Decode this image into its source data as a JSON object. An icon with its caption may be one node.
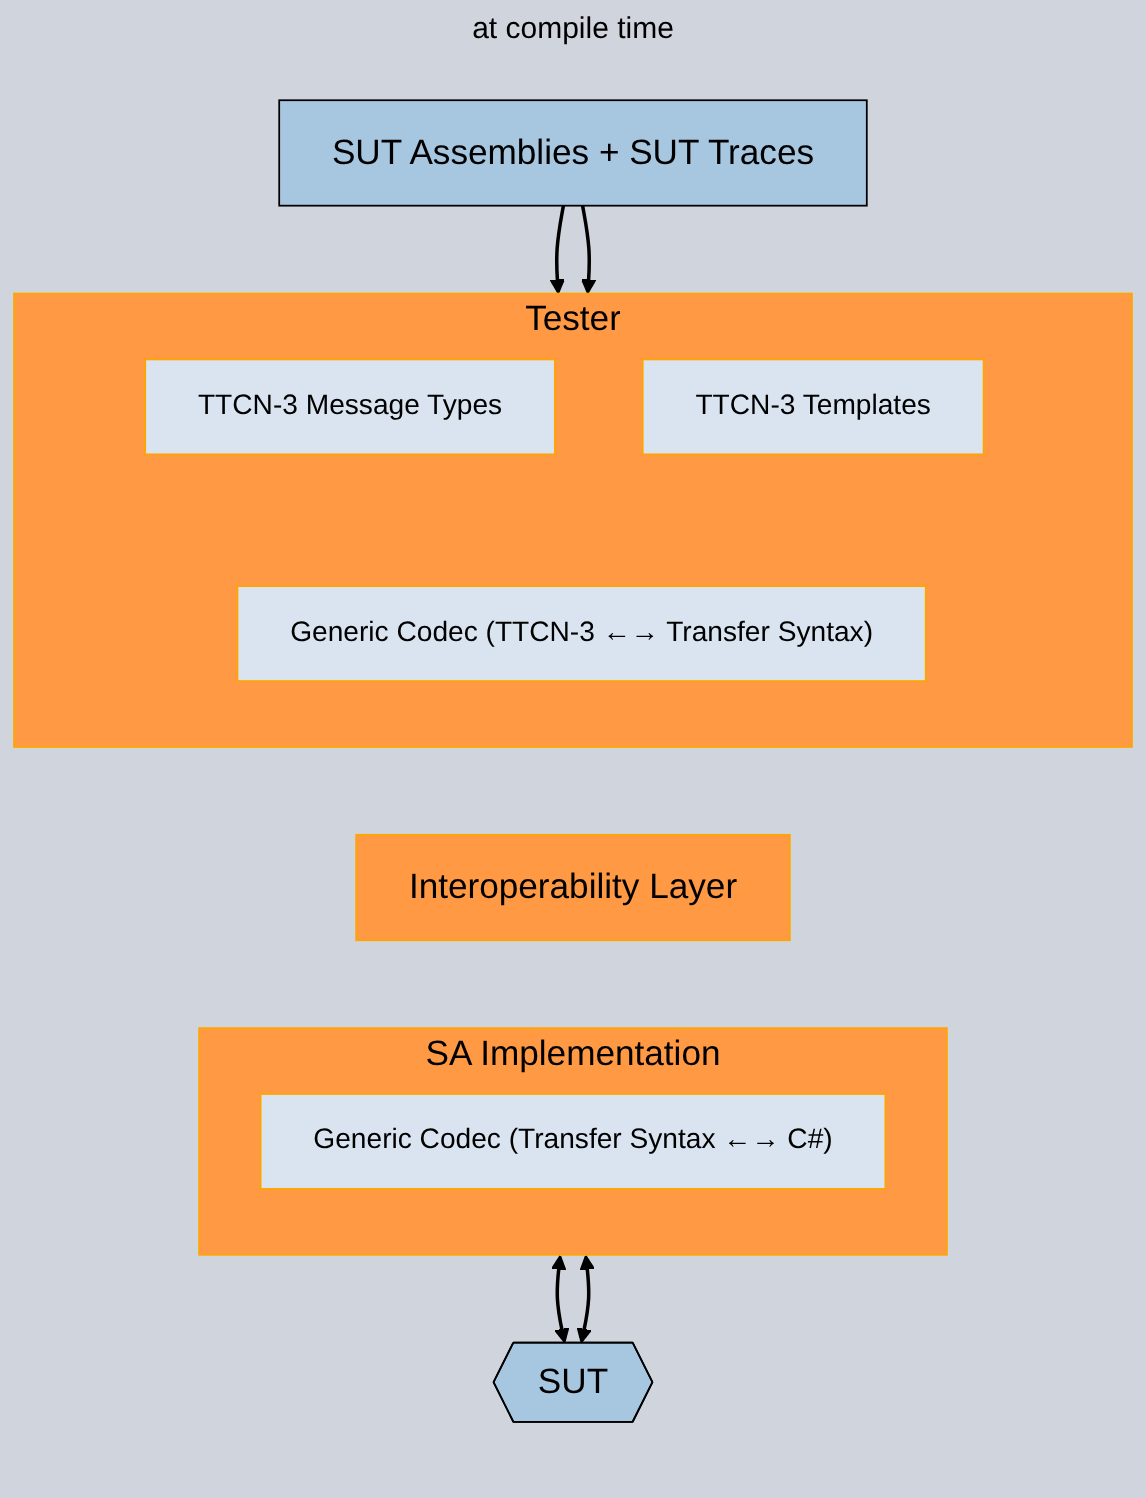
{
  "diagram": {
    "nodes": [
      {
        "text": [
          "SUT Assemblies + SUT Traces"
        ]
      },
      {
        "text": [
          "Tester"
        ]
      },
      {
        "text": [
          "TTCN-3 Message Types"
        ],
        "in": 1
      },
      {
        "text": [
          "TTCN-3 Templates"
        ],
        "in": 1
      },
      {
        "text": [
          "Generic Codec (TTCN-3 ←→ Transfer Syntax)"
        ],
        "in": 1
      },
      {
        "text": [
          "Interoperability Layer"
        ]
      },
      {
        "text": [
          "SA Implementation"
        ]
      },
      {
        "text": [
          "Generic Codec (Transfer Syntax ←→ C#)"
        ],
        "in": 6
      },
      {
        "text": [
          "SUT"
        ]
      }
    ],
    "edges": [
      {
        "from": 0,
        "to": 1,
        "arrow": "to"
      },
      {
        "from": 0,
        "to": 1,
        "arrow": "to"
      },
      {
        "from": 6,
        "to": 8,
        "arrow": "both"
      },
      {
        "from": 6,
        "to": 8,
        "arrow": "both"
      }
    ],
    "labels": [
      "at compile time"
    ]
  }
}
